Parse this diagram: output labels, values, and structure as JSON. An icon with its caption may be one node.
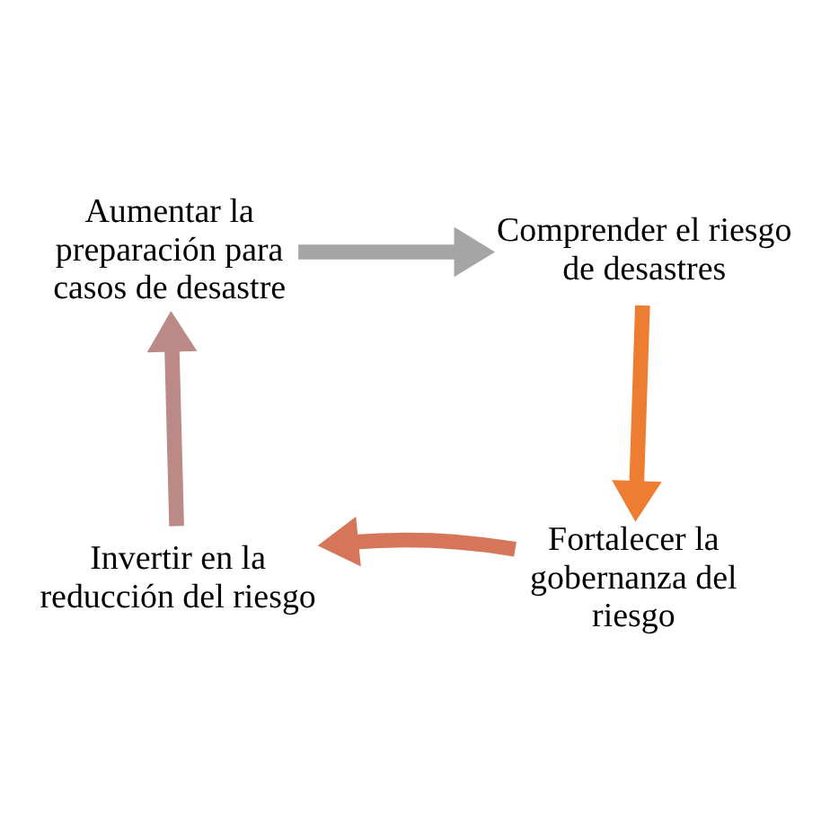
{
  "diagram": {
    "nodes": [
      {
        "text": [
          "Aumentar la preparación para casos de desastre"
        ]
      },
      {
        "text": [
          "Comprender el riesgo de desastres"
        ]
      },
      {
        "text": [
          "Invertir en la reducción del riesgo"
        ]
      },
      {
        "text": [
          "Fortalecer la gobernanza del riesgo"
        ]
      }
    ],
    "edges": [
      {
        "from": 0,
        "to": 1,
        "arrow": "to",
        "color": "#a5a5a5"
      },
      {
        "from": 1,
        "to": 3,
        "arrow": "to",
        "color": "#ed7d31"
      },
      {
        "from": 3,
        "to": 2,
        "arrow": "to",
        "color": "#d5755a"
      },
      {
        "from": 2,
        "to": 0,
        "arrow": "to",
        "color": "#bc8a86"
      }
    ]
  }
}
